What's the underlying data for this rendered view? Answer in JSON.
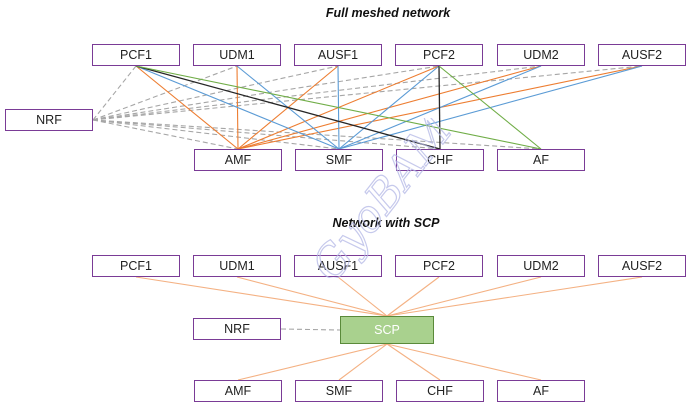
{
  "titles": {
    "top": "Full meshed network",
    "bottom": "Network with SCP"
  },
  "watermark": "GyoBAM",
  "colors": {
    "node_border": "#7a3b96",
    "nrf_link": "#a6a6a6",
    "amf_link": "#ed7d31",
    "smf_link": "#5b9bd5",
    "chf_link": "#262626",
    "af_link": "#70ad47",
    "scp_link": "#f4b183",
    "scp_fill": "#a9d18e",
    "watermark": "#b4b8e6"
  },
  "mesh": {
    "top_row": [
      "PCF1",
      "UDM1",
      "AUSF1",
      "PCF2",
      "UDM2",
      "AUSF2"
    ],
    "nrf": "NRF",
    "bottom_row": [
      "AMF",
      "SMF",
      "CHF",
      "AF"
    ]
  },
  "scp_network": {
    "top_row": [
      "PCF1",
      "UDM1",
      "AUSF1",
      "PCF2",
      "UDM2",
      "AUSF2"
    ],
    "nrf": "NRF",
    "scp": "SCP",
    "bottom_row": [
      "AMF",
      "SMF",
      "CHF",
      "AF"
    ]
  }
}
